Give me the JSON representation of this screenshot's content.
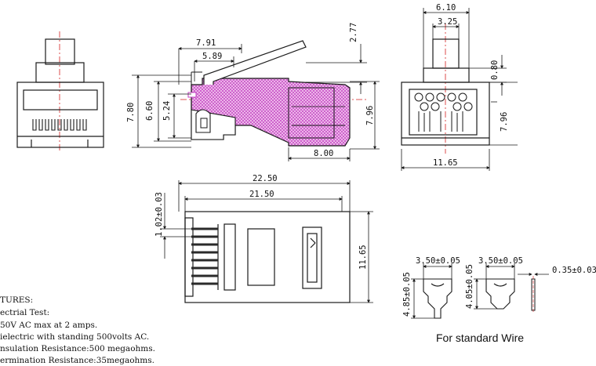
{
  "dimensions": {
    "front_width_total": "6.10",
    "front_width_inner": "3.25",
    "front_tab_height": "0.80",
    "front_height": "7.96",
    "front_body_width": "11.65",
    "side_length_a": "7.91",
    "side_length_b": "5.89",
    "latch_rise": "2.77",
    "side_height_total": "7.80",
    "side_height_mid": "6.60",
    "side_height_small": "5.24",
    "side_height_right": "7.96",
    "side_contact_len": "8.00",
    "top_length_total": "22.50",
    "top_length_body": "21.50",
    "top_pitch": "1.02±0.03",
    "top_width": "11.65",
    "insert_width_1": "3.50±0.05",
    "insert_width_2": "3.50±0.05",
    "insert_thickness": "0.35±0.03",
    "insert_height_1": "4.85±0.05",
    "insert_height_2": "4.05±0.05"
  },
  "features": {
    "heading": "TURES:",
    "lines": [
      "ectrial Test:",
      "50V AC max at 2 amps.",
      "ielectric with standing 500volts AC.",
      "nsulation Resistance:500 megaohms.",
      "ermination Resistance:35megaohms."
    ]
  },
  "caption": "For standard Wire",
  "colors": {
    "line": "#1a1a1a",
    "centerline": "#d42020",
    "hatch": "#c040c0",
    "hatch_fill": "#f3c6ef"
  }
}
